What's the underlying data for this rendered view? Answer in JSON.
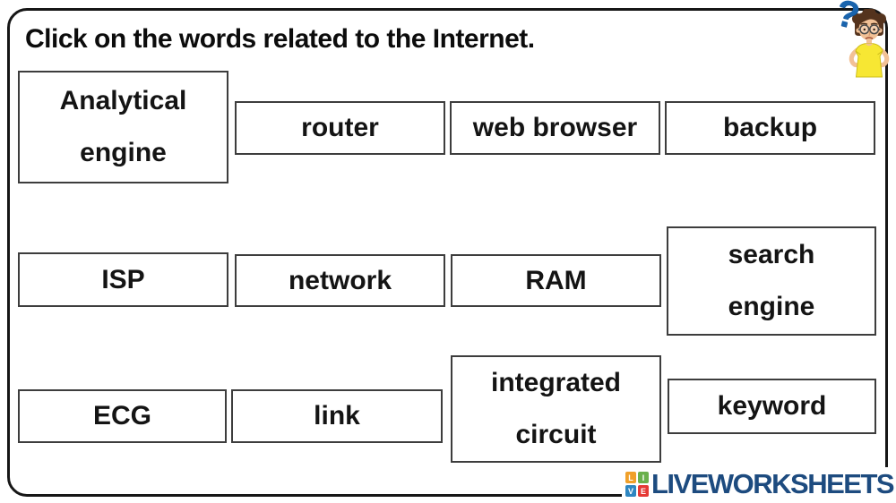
{
  "page": {
    "title": "Click on the words related to the Internet."
  },
  "words": [
    {
      "label": "Analytical engine"
    },
    {
      "label": "router"
    },
    {
      "label": "web browser"
    },
    {
      "label": "backup"
    },
    {
      "label": "ISP"
    },
    {
      "label": "network"
    },
    {
      "label": "RAM"
    },
    {
      "label": "search engine"
    },
    {
      "label": "ECG"
    },
    {
      "label": "link"
    },
    {
      "label": "integrated circuit"
    },
    {
      "label": "keyword"
    }
  ],
  "decorations": {
    "question_mark": "?"
  },
  "logo": {
    "text": "LIVEWORKSHEETS",
    "text_color": "#1d4b7f",
    "tiles": [
      {
        "letter": "L",
        "color": "#f0a02a"
      },
      {
        "letter": "I",
        "color": "#6ab04c"
      },
      {
        "letter": "V",
        "color": "#2e86c1"
      },
      {
        "letter": "E",
        "color": "#e53935"
      }
    ]
  },
  "colors": {
    "frame_border": "#161616",
    "box_border": "#3d3d3d",
    "text": "#141414",
    "question_mark": "#1a64ad"
  }
}
